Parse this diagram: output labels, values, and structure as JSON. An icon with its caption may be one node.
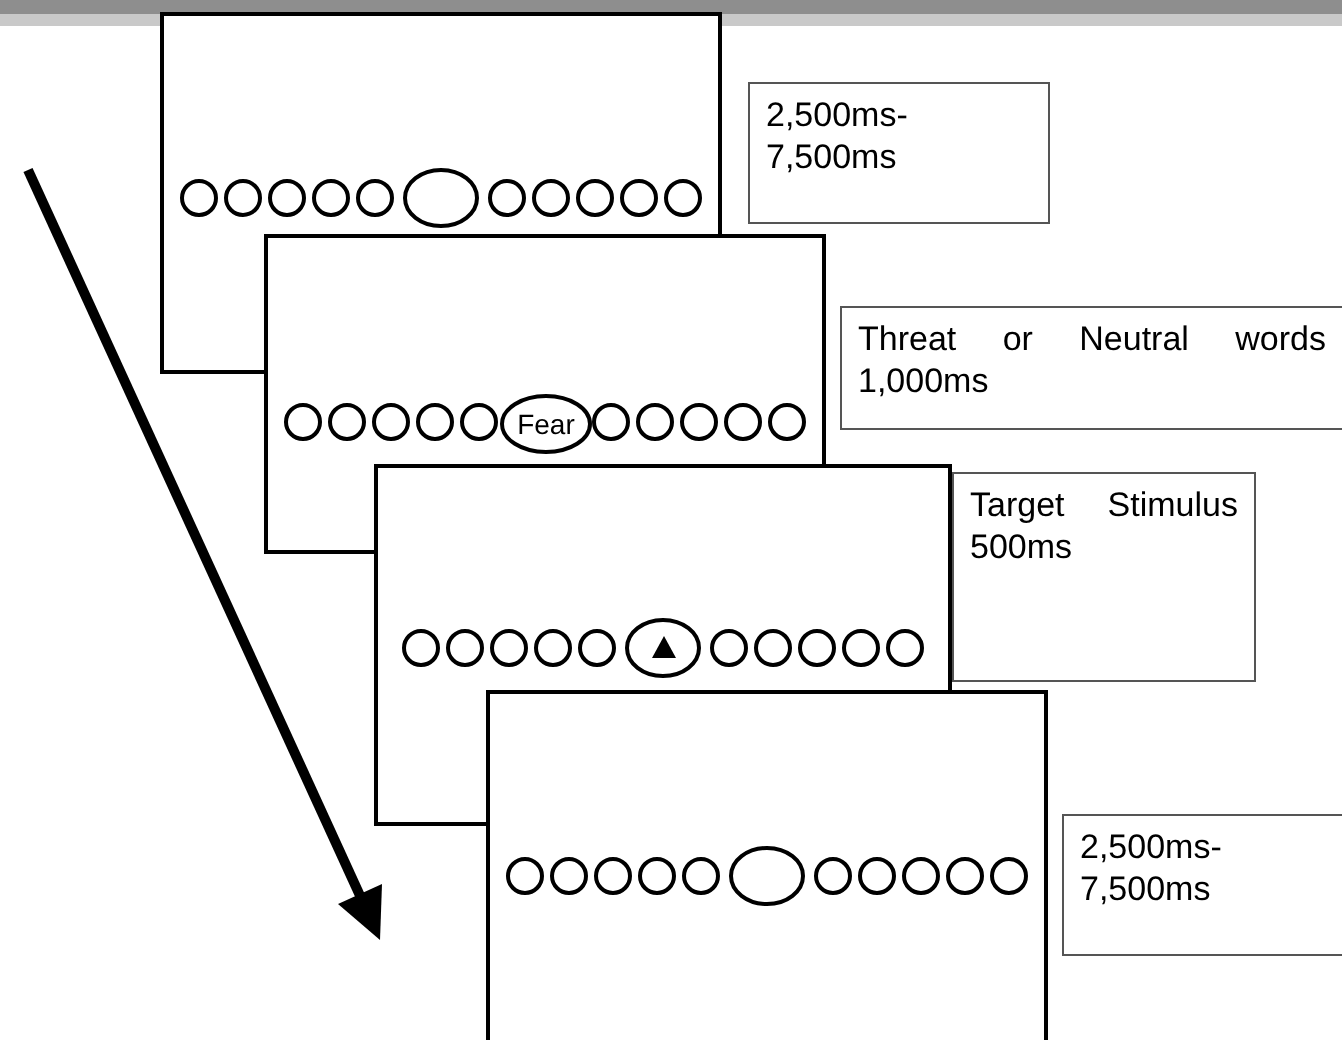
{
  "diagram": {
    "nodes": [
      {
        "text": [],
        "shape": "box"
      },
      {
        "text": [
          "2,500ms- 7,500ms"
        ]
      },
      {
        "text": [],
        "shape": "box"
      },
      {
        "text": [
          "Fear"
        ],
        "in": 2
      },
      {
        "text": [
          "Threat or Neutral words 1,000ms"
        ]
      },
      {
        "text": [],
        "shape": "box"
      },
      {
        "text": [
          "Target Stimulus 500ms"
        ]
      },
      {
        "text": [],
        "shape": "box"
      },
      {
        "text": [
          "2,500ms- 7,500ms"
        ]
      }
    ]
  }
}
